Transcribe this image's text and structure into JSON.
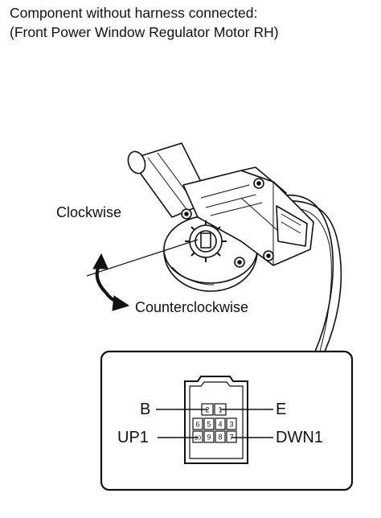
{
  "heading": {
    "line1": "Component without harness connected:",
    "line2": "(Front Power Window Regulator Motor RH)"
  },
  "labels": {
    "clockwise": "Clockwise",
    "counterclockwise": "Counterclockwise"
  },
  "terminals": {
    "b": "B",
    "e": "E",
    "up1": "UP1",
    "dwn1": "DWN1"
  },
  "pins": {
    "top_row": [
      "2",
      "1"
    ],
    "middle_row": [
      "6",
      "5",
      "4",
      "3"
    ],
    "bottom_row": [
      "10",
      "9",
      "8",
      "7"
    ]
  }
}
